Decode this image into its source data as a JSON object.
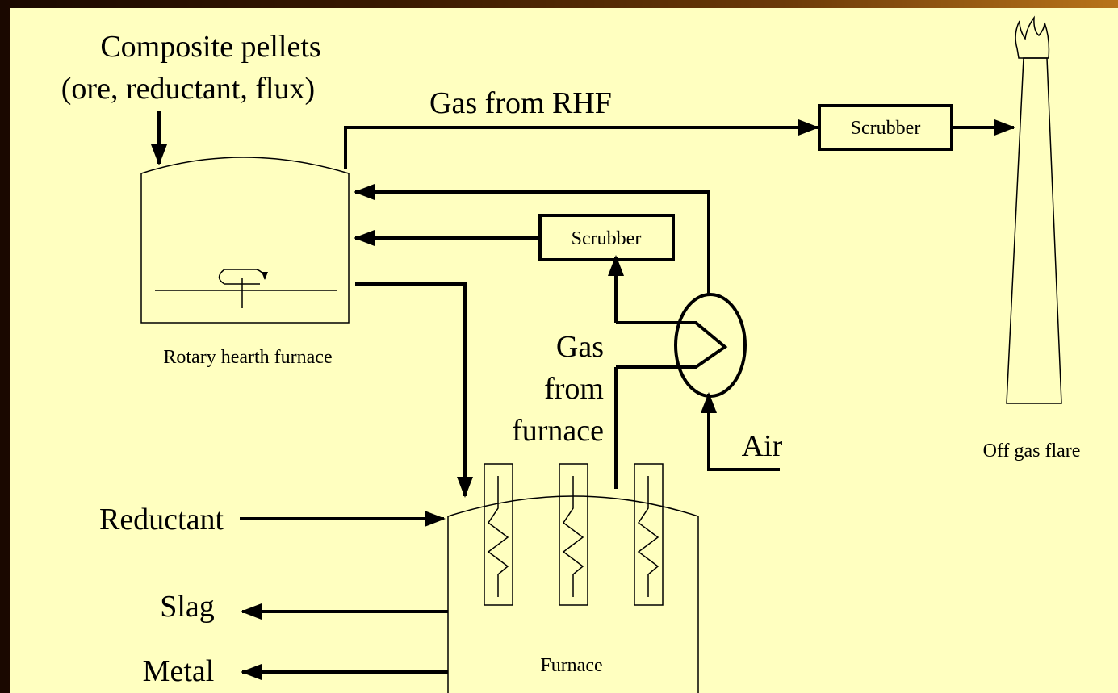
{
  "labels": {
    "feed_line1": "Composite pellets",
    "feed_line2": "(ore, reductant, flux)",
    "gas_rhf": "Gas from RHF",
    "scrubber_top": "Scrubber",
    "scrubber_mid": "Scrubber",
    "rhf": "Rotary hearth furnace",
    "gas_furnace_1": "Gas",
    "gas_furnace_2": "from",
    "gas_furnace_3": "furnace",
    "air": "Air",
    "flare": "Off gas flare",
    "reductant": "Reductant",
    "slag": "Slag",
    "metal": "Metal",
    "furnace": "Furnace"
  }
}
